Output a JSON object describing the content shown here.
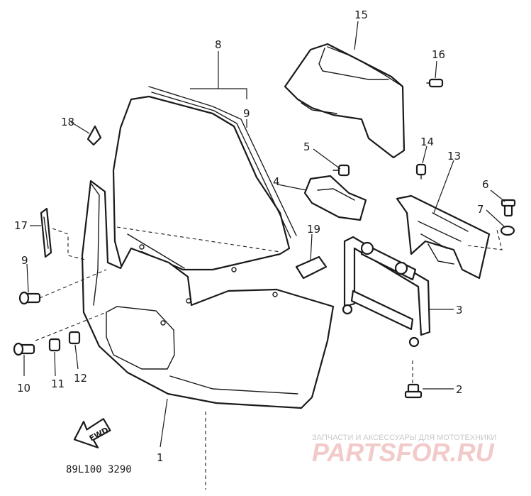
{
  "callouts": {
    "c1": "1",
    "c2": "2",
    "c3": "3",
    "c4": "4",
    "c5": "5",
    "c6": "6",
    "c7": "7",
    "c8": "8",
    "c9a": "9",
    "c9b": "9",
    "c10": "10",
    "c11": "11",
    "c12": "12",
    "c13": "13",
    "c14": "14",
    "c15": "15",
    "c16": "16",
    "c17": "17",
    "c18": "18",
    "c19": "19"
  },
  "forward_arrow_label": "FWD",
  "diagram_code": "89L100 3290",
  "watermark": {
    "tagline": "ЗАПЧАСТИ И АКСЕССУАРЫ ДЛЯ МОТОТЕХНИКИ",
    "logo": "PARTSFOR.RU"
  },
  "colors": {
    "ink": "#1a1a1a",
    "watermark_logo": "#f2caca",
    "watermark_text": "#c9c9c9"
  }
}
